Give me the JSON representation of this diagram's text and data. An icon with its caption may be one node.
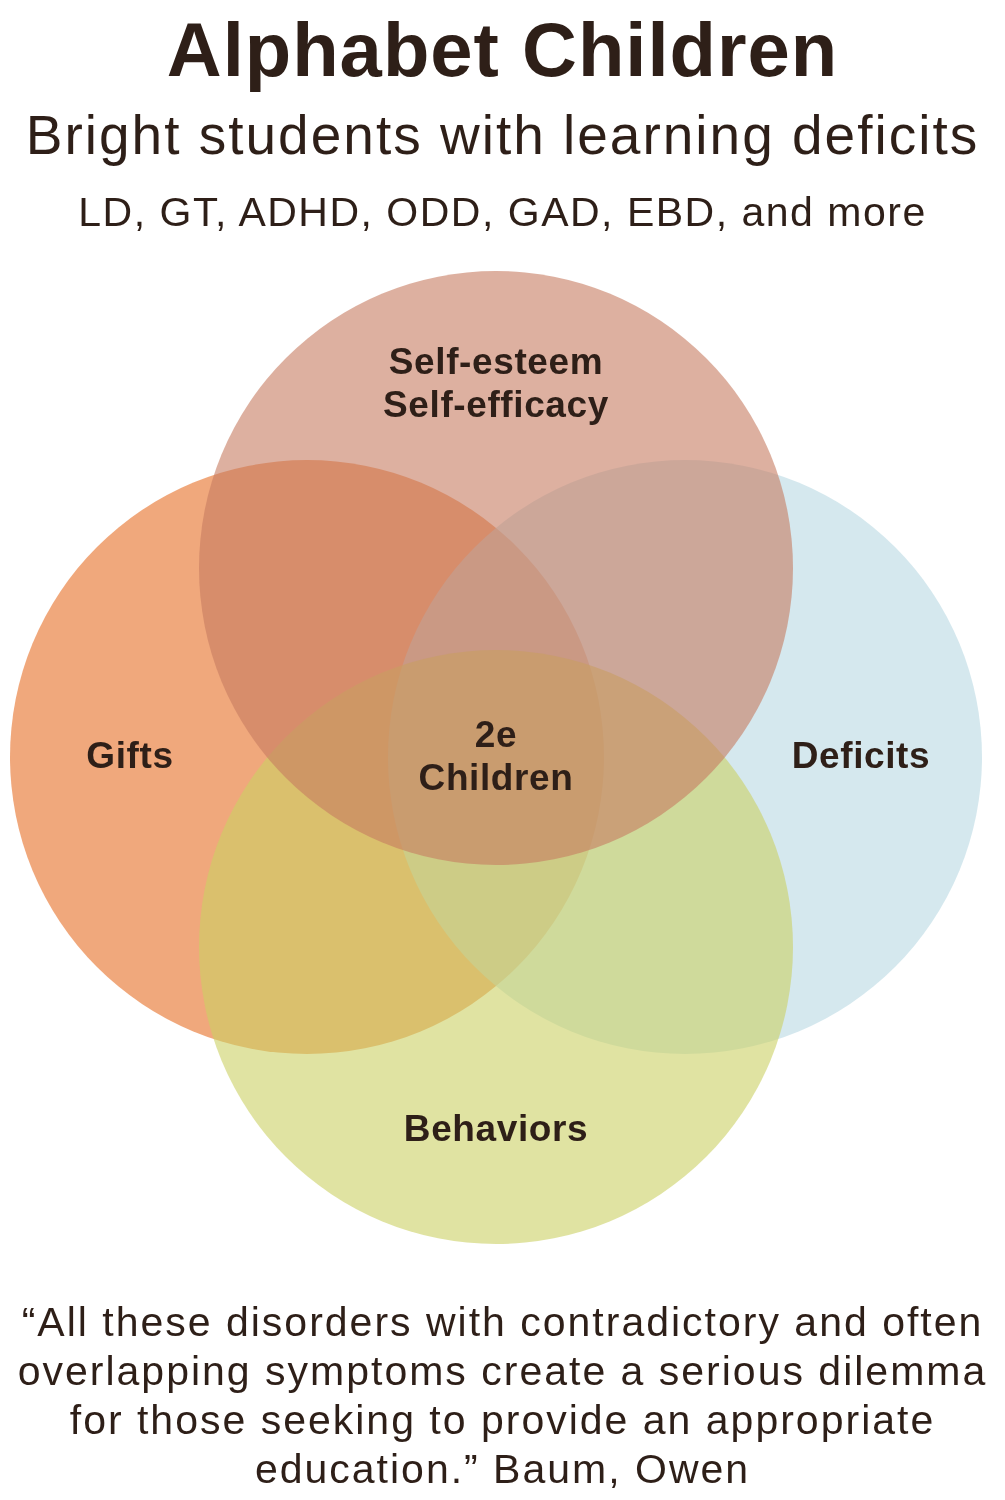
{
  "diagram": {
    "title": "Alphabet Children",
    "nodes": [
      {
        "text": [
          "Self-esteem Self-efficacy"
        ]
      },
      {
        "text": [
          "Gifts"
        ]
      },
      {
        "text": [
          "Deficits"
        ]
      },
      {
        "text": [
          "Behaviors"
        ]
      }
    ],
    "labels": [
      "Bright students with learning deficits",
      "LD, GT, ADHD, ODD, GAD, EBD, and more",
      "2e Children"
    ],
    "caption": "“All these disorders with contradictory and often overlapping symptoms create a serious dilemma for those seeking to provide an appropriate education.” Baum, Owen"
  }
}
